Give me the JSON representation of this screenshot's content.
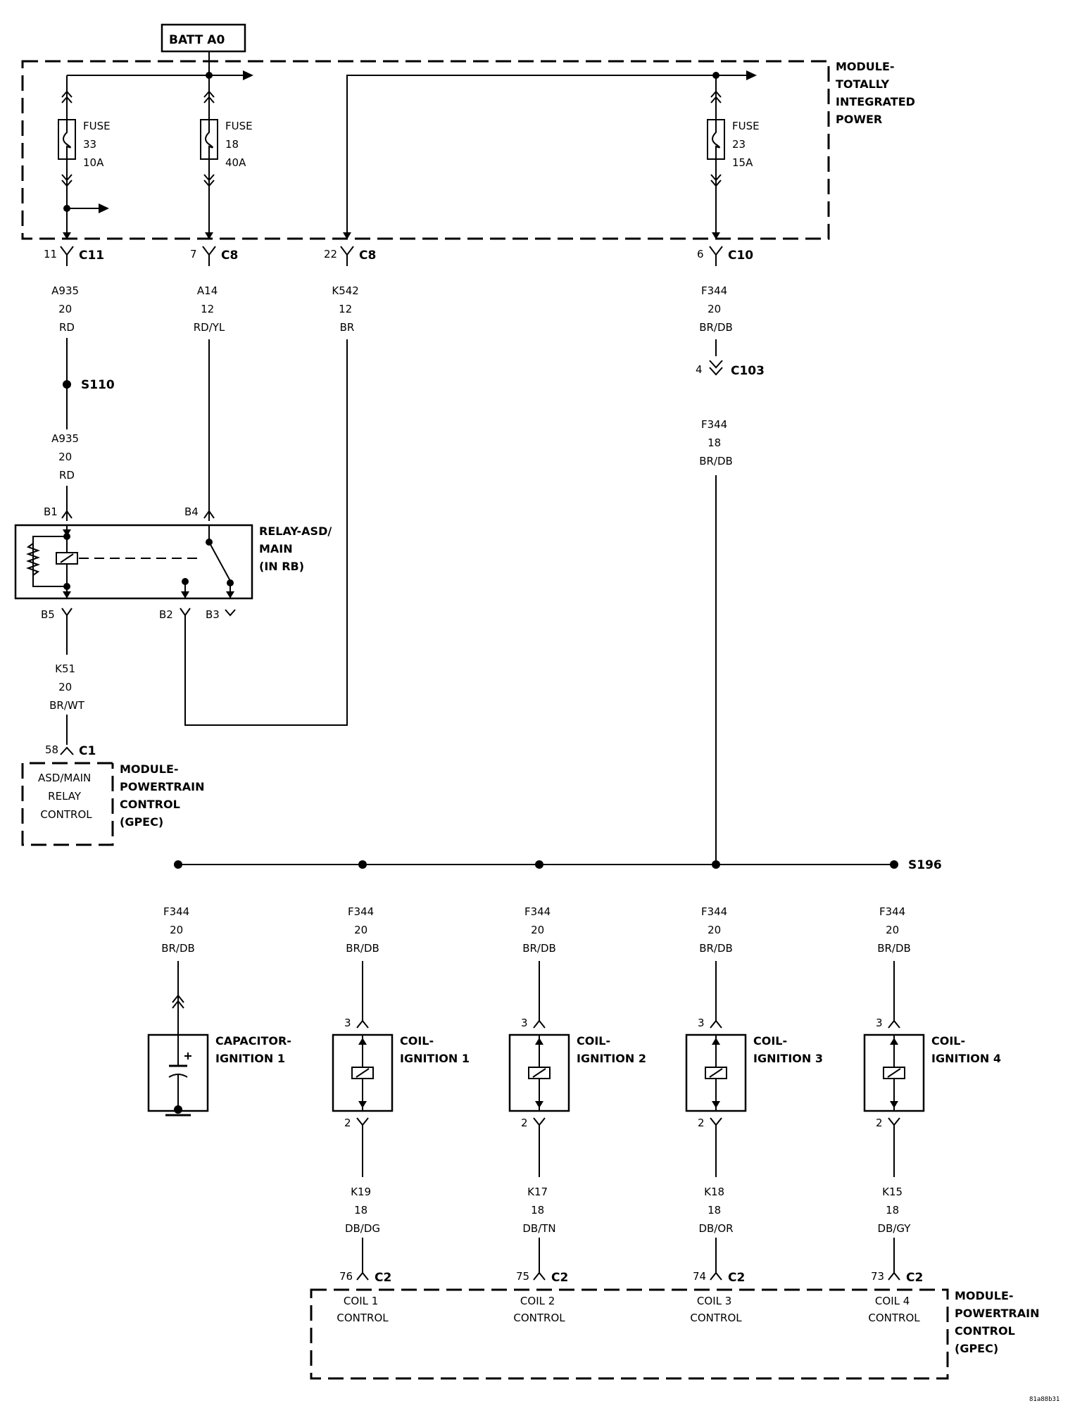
{
  "batt": {
    "label": "BATT A0"
  },
  "modules": {
    "tipm": {
      "lines": [
        "MODULE-",
        "TOTALLY",
        "INTEGRATED",
        "POWER"
      ]
    },
    "pcm_top": {
      "lines": [
        "MODULE-",
        "POWERTRAIN",
        "CONTROL",
        "(GPEC)"
      ],
      "inner": [
        "ASD/MAIN",
        "RELAY",
        "CONTROL"
      ]
    },
    "pcm_bottom": {
      "lines": [
        "MODULE-",
        "POWERTRAIN",
        "CONTROL",
        "(GPEC)"
      ]
    }
  },
  "fuses": [
    {
      "lines": [
        "FUSE",
        "33",
        "10A"
      ]
    },
    {
      "lines": [
        "FUSE",
        "18",
        "40A"
      ]
    },
    {
      "lines": [
        "FUSE",
        "23",
        "15A"
      ]
    }
  ],
  "connectors": {
    "c11": {
      "pin": "11",
      "name": "C11"
    },
    "c8a": {
      "pin": "7",
      "name": "C8"
    },
    "c8b": {
      "pin": "22",
      "name": "C8"
    },
    "c10": {
      "pin": "6",
      "name": "C10"
    },
    "c103": {
      "pin": "4",
      "name": "C103"
    },
    "c1": {
      "pin": "58",
      "name": "C1"
    }
  },
  "wires": {
    "a935_top": [
      "A935",
      "20",
      "RD"
    ],
    "a935_bot": [
      "A935",
      "20",
      "RD"
    ],
    "a14": [
      "A14",
      "12",
      "RD/YL"
    ],
    "k542": [
      "K542",
      "12",
      "BR"
    ],
    "f344_a": [
      "F344",
      "20",
      "BR/DB"
    ],
    "f344_b": [
      "F344",
      "18",
      "BR/DB"
    ],
    "k51": [
      "K51",
      "20",
      "BR/WT"
    ]
  },
  "splices": {
    "s110": "S110",
    "s196": "S196"
  },
  "relay": {
    "lines": [
      "RELAY-ASD/",
      "MAIN",
      "(IN RB)"
    ],
    "pins": {
      "b1": "B1",
      "b4": "B4",
      "b5": "B5",
      "b2": "B2",
      "b3": "B3"
    }
  },
  "branches": [
    {
      "wire": [
        "F344",
        "20",
        "BR/DB"
      ],
      "pin_top": "",
      "comp": [
        "CAPACITOR-",
        "IGNITION 1"
      ]
    },
    {
      "wire": [
        "F344",
        "20",
        "BR/DB"
      ],
      "pin_top": "3",
      "pin_bottom": "2",
      "comp": [
        "COIL-",
        "IGNITION 1"
      ],
      "out_wire": [
        "K19",
        "18",
        "DB/DG"
      ],
      "c2_pin": "76",
      "c2_name": "C2",
      "control": [
        "COIL 1",
        "CONTROL"
      ]
    },
    {
      "wire": [
        "F344",
        "20",
        "BR/DB"
      ],
      "pin_top": "3",
      "pin_bottom": "2",
      "comp": [
        "COIL-",
        "IGNITION 2"
      ],
      "out_wire": [
        "K17",
        "18",
        "DB/TN"
      ],
      "c2_pin": "75",
      "c2_name": "C2",
      "control": [
        "COIL 2",
        "CONTROL"
      ]
    },
    {
      "wire": [
        "F344",
        "20",
        "BR/DB"
      ],
      "pin_top": "3",
      "pin_bottom": "2",
      "comp": [
        "COIL-",
        "IGNITION 3"
      ],
      "out_wire": [
        "K18",
        "18",
        "DB/OR"
      ],
      "c2_pin": "74",
      "c2_name": "C2",
      "control": [
        "COIL 3",
        "CONTROL"
      ]
    },
    {
      "wire": [
        "F344",
        "20",
        "BR/DB"
      ],
      "pin_top": "3",
      "pin_bottom": "2",
      "comp": [
        "COIL-",
        "IGNITION 4"
      ],
      "out_wire": [
        "K15",
        "18",
        "DB/GY"
      ],
      "c2_pin": "73",
      "c2_name": "C2",
      "control": [
        "COIL 4",
        "CONTROL"
      ]
    }
  ],
  "figure_id": "81a88b31"
}
